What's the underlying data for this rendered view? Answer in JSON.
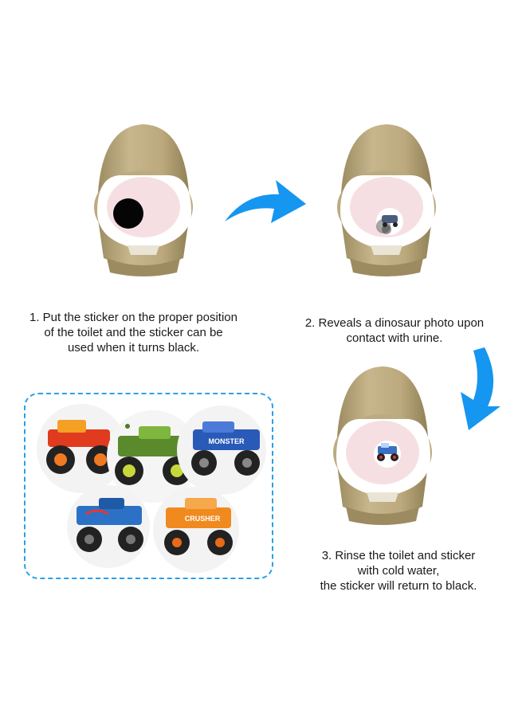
{
  "steps": [
    {
      "id": 1,
      "lines": [
        "1. Put the sticker on the proper position",
        "of the toilet and the sticker can be",
        "used when it turns black."
      ],
      "sticker_state": "black"
    },
    {
      "id": 2,
      "lines": [
        "2. Reveals a dinosaur photo upon",
        "contact with urine."
      ],
      "sticker_state": "revealing"
    },
    {
      "id": 3,
      "lines": [
        "3. Rinse the toilet and sticker",
        "with cold water,",
        "the sticker will return to black."
      ],
      "sticker_state": "revealed"
    }
  ],
  "sticker_text": {
    "monster": "MONSTER",
    "crusher": "CRUSHER"
  },
  "icons": [
    "arrow-right-icon",
    "arrow-down-icon"
  ],
  "colors": {
    "potty": "#bfae84",
    "potty_dark": "#9c8b60",
    "seat": "#ffffff",
    "bowl": "#f6dfe3",
    "arrow": "#1596f0",
    "panel_border": "#2aa0e8"
  }
}
